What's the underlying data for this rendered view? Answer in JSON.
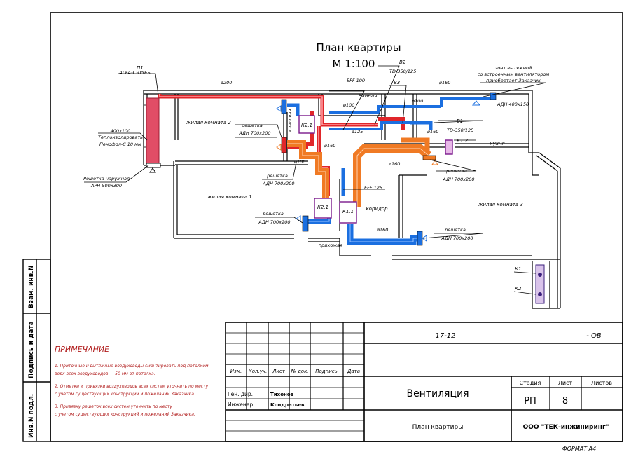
{
  "plan": {
    "title": "План квартиры",
    "scale": "М 1:100",
    "rooms": {
      "living2": "жилая комната 2",
      "living1": "жилая комната 1",
      "living3": "жилая комната 3",
      "corridor": "коридор",
      "bathroom": "Ванная",
      "kitchen": "кухня",
      "pantry": "кладовая",
      "hall": "прихожая"
    },
    "equipment": {
      "p1": "П1",
      "p1_model": "ALFA-C-05ES",
      "insulation_1": "400х100",
      "insulation_2": "Теплоизолировать",
      "insulation_3": "Пенофол-С 10 мм",
      "ext_grille_1": "Решетка наружная",
      "ext_grille_2": "АРН 500х300",
      "grille_lr2_1": "решетка",
      "grille_lr2_2": "АДН 700х200",
      "grille_lr1_1": "решетка",
      "grille_lr1_2": "АДН 700х200",
      "grille_lr1b_1": "решетка",
      "grille_lr1b_2": "АДН 700х200",
      "grille_kitchen_1": "решетка",
      "grille_kitchen_2": "АДН 700х200",
      "grille_lr3_1": "решетка",
      "grille_lr3_2": "АДН 700х200",
      "hood_1": "зонт вытяжной",
      "hood_2": "со встроенным вентилятором",
      "hood_3": "приобретает Заказчик",
      "hood_grille": "АДН 400х150",
      "b2": "В2",
      "b2_model": "TD-350/125",
      "b3": "В3",
      "b1": "В1",
      "b1_model": "TD-350/125",
      "eff100": "EFF 100",
      "eff125": "EFF 125",
      "k1": "К1",
      "k2": "К2",
      "k11": "К1.1",
      "k12": "К1.2",
      "k21": "К2.1",
      "k21b": "К2.1",
      "d200": "ø200",
      "d100a": "ø100",
      "d100b": "ø100",
      "d100c": "ø100",
      "d125": "ø125",
      "d160a": "ø160",
      "d160b": "ø160",
      "d160c": "ø160",
      "d160d": "ø160",
      "d160e": "ø160"
    }
  },
  "side_stamp": {
    "inv_orig": "Инв.N подл.",
    "sign_date": "Подпись и дата",
    "replaced": "Взам. инв.N"
  },
  "notes": {
    "heading": "ПРИМЕЧАНИЕ",
    "n1a": "1. Приточные и вытяжные воздуховоды смонтировать под потолком —",
    "n1b": "верх всех воздуховодов — 50 мм от потолка.",
    "n2a": "2. Отметки и привязки воздуховодов всех систем уточнить по месту",
    "n2b": "с учетом существующих конструкций и пожеланий Заказчика.",
    "n3a": "3. Привязку решеток всех систем уточнить по месту",
    "n3b": "с учетом существующих конструкций и пожеланий Заказчика."
  },
  "title_block": {
    "doc_code_left": "17-12",
    "doc_code_right": "- ОВ",
    "col_izm": "Изм.",
    "col_kol": "Кол.уч.",
    "col_list": "Лист",
    "col_ndok": "№ док.",
    "col_podp": "Подпись",
    "col_data": "Дата",
    "role1": "Ген. дир.",
    "name1": "Тихонов",
    "role2": "Инженер",
    "name2": "Кондратьев",
    "section": "Вентиляция",
    "stage_label": "Стадия",
    "sheet_label": "Лист",
    "sheets_label": "Листов",
    "stage": "РП",
    "sheet": "8",
    "drawing": "План квартиры",
    "company": "ООО \"ТЕК-инжиниринг\"",
    "format": "ФОРМАТ А4"
  }
}
